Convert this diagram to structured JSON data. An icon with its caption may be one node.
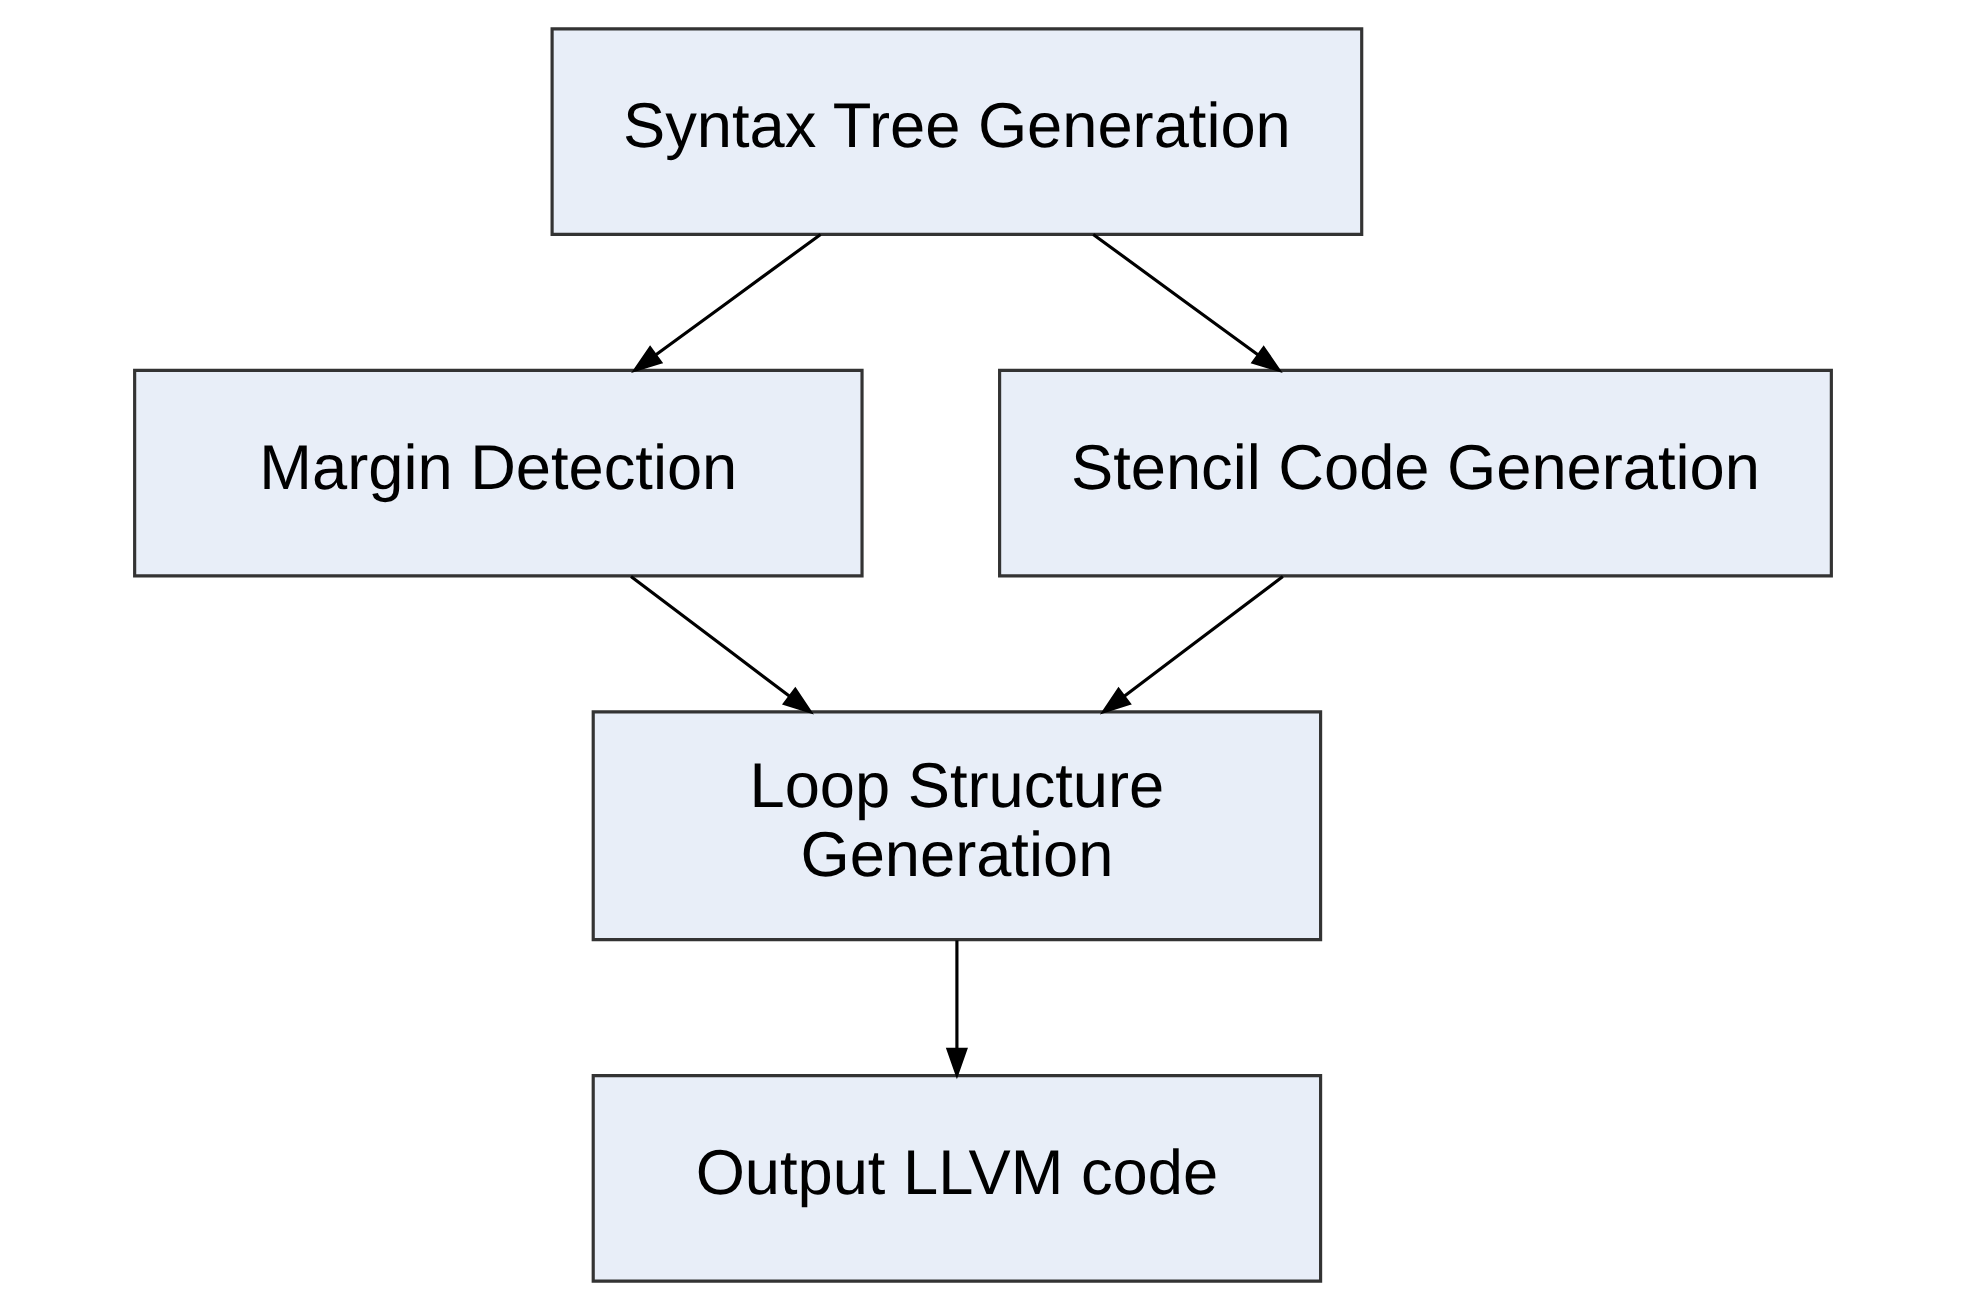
{
  "diagram": {
    "nodes": [
      {
        "text": [
          "Syntax Tree Generation"
        ]
      },
      {
        "text": [
          "Margin Detection"
        ]
      },
      {
        "text": [
          "Stencil Code Generation"
        ]
      },
      {
        "text": [
          "Loop Structure Generation"
        ]
      },
      {
        "text": [
          "Output LLVM code"
        ]
      }
    ],
    "edges": [
      {
        "from": 0,
        "to": 1,
        "arrow": "to"
      },
      {
        "from": 0,
        "to": 2,
        "arrow": "to"
      },
      {
        "from": 1,
        "to": 3,
        "arrow": "to"
      },
      {
        "from": 2,
        "to": 3,
        "arrow": "to"
      },
      {
        "from": 3,
        "to": 4,
        "arrow": "to"
      }
    ]
  }
}
